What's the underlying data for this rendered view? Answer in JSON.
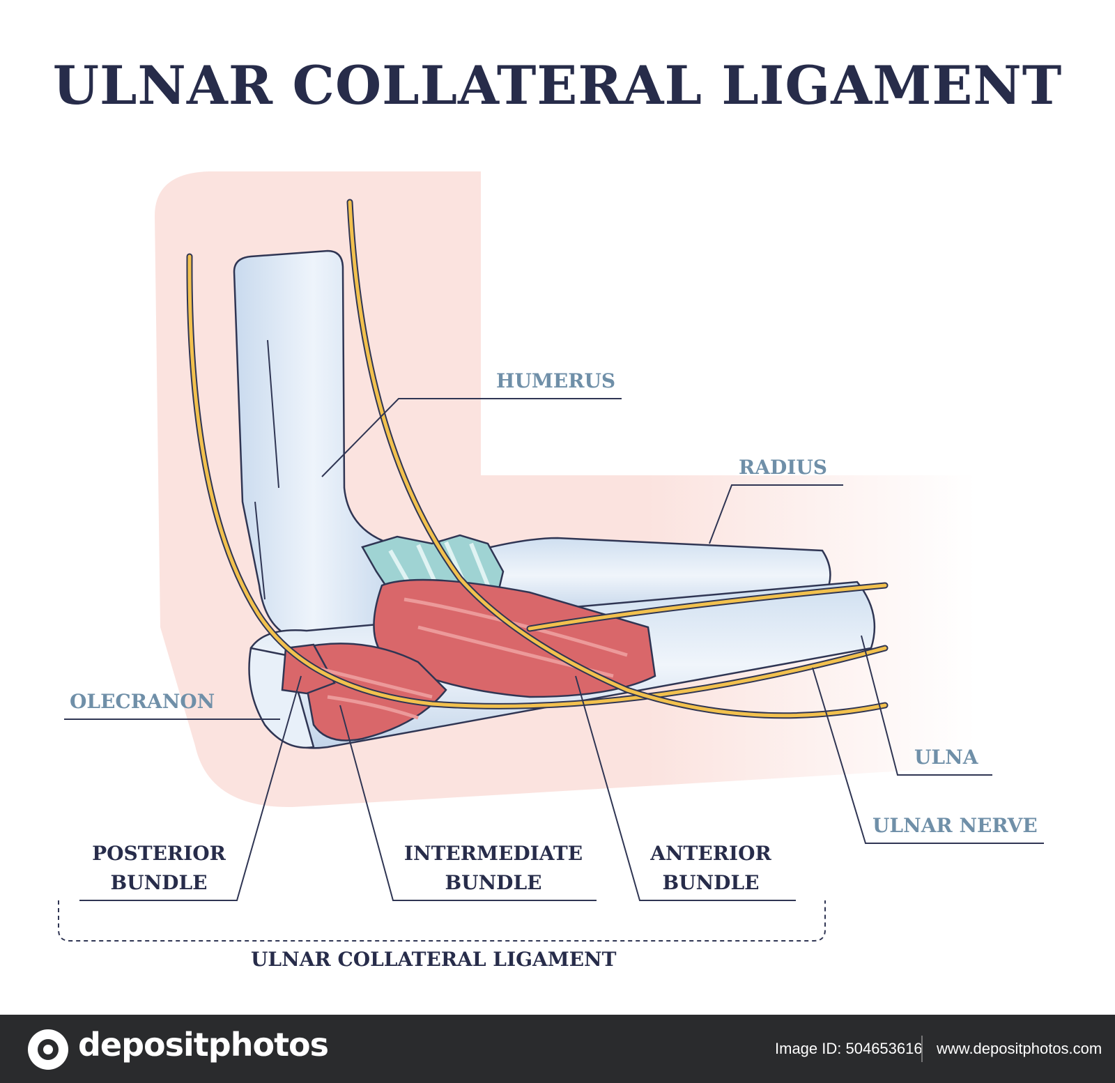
{
  "title": "ULNAR COLLATERAL LIGAMENT",
  "labels": {
    "humerus": "HUMERUS",
    "radius": "RADIUS",
    "olecranon": "OLECRANON",
    "ulna": "ULNA",
    "ulnar_nerve": "ULNAR NERVE",
    "posterior_bundle": [
      "POSTERIOR",
      "BUNDLE"
    ],
    "intermediate_bundle": [
      "INTERMEDIATE",
      "BUNDLE"
    ],
    "anterior_bundle": [
      "ANTERIOR",
      "BUNDLE"
    ],
    "group": "ULNAR COLLATERAL LIGAMENT"
  },
  "footer": {
    "logo": "depositphotos",
    "image_id": "Image ID: 504653616",
    "site": "www.depositphotos.com"
  },
  "colors": {
    "title": "#272c4a",
    "label_blue": "#6f8fa8",
    "skin": "#fbe3df",
    "bone": "#dde9f6",
    "ligament": "#d9676a",
    "cartilage": "#9fd3d3",
    "nerve": "#f2c14e",
    "footer_bg": "#2a2b2d"
  }
}
